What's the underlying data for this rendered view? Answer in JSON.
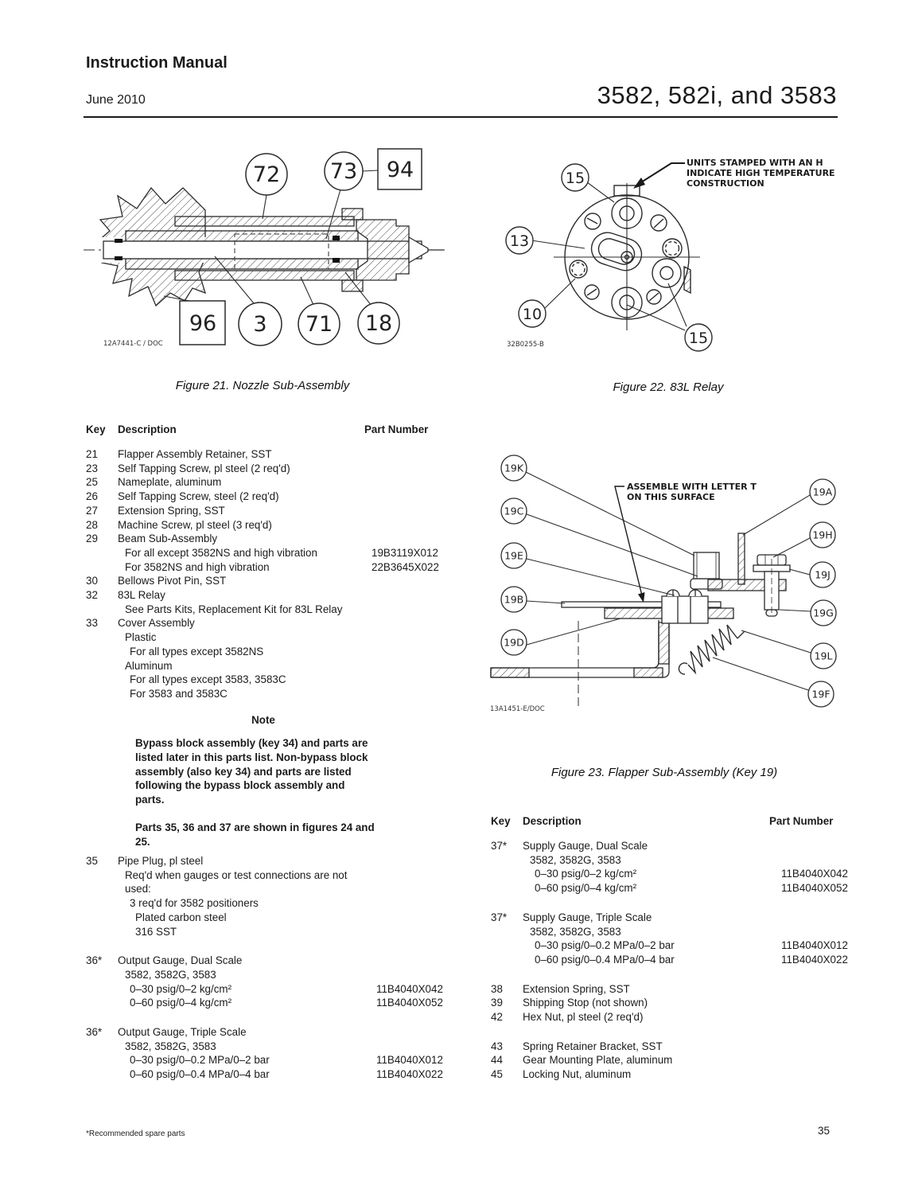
{
  "header": {
    "doc_type": "Instruction Manual",
    "date": "June 2010",
    "models": "3582, 582i, and 3583"
  },
  "figures": {
    "fig21": {
      "caption": "Figure 21. Nozzle Sub-Assembly",
      "drawing_code": "12A7441-C / DOC",
      "callouts": {
        "c72": "72",
        "c73": "73",
        "c94": "94",
        "c96": "96",
        "c3": "3",
        "c71": "71",
        "c18": "18"
      }
    },
    "fig22": {
      "caption": "Figure 22. 83L Relay",
      "drawing_code": "32B0255-B",
      "annotation_line1": "UNITS STAMPED WITH AN H",
      "annotation_line2": "INDICATE HIGH TEMPERATURE",
      "annotation_line3": "CONSTRUCTION",
      "callouts": {
        "c15a": "15",
        "c13": "13",
        "c10": "10",
        "c15b": "15"
      }
    },
    "fig23": {
      "caption": "Figure 23. Flapper Sub-Assembly (Key 19)",
      "drawing_code": "13A1451-E/DOC",
      "annotation_line1": "ASSEMBLE WITH LETTER T",
      "annotation_line2": "ON THIS SURFACE",
      "callouts": {
        "k": "19K",
        "c": "19C",
        "e": "19E",
        "b": "19B",
        "d": "19D",
        "a": "19A",
        "h": "19H",
        "j": "19J",
        "g": "19G",
        "l": "19L",
        "f": "19F"
      }
    }
  },
  "parts_left": {
    "headers": {
      "key": "Key",
      "description": "Description",
      "part_number": "Part Number"
    },
    "rows": [
      {
        "k": "21",
        "d": "Flapper Assembly Retainer, SST",
        "p": ""
      },
      {
        "k": "23",
        "d": "Self Tapping Screw, pl steel (2 req'd)",
        "p": ""
      },
      {
        "k": "25",
        "d": "Nameplate, aluminum",
        "p": ""
      },
      {
        "k": "26",
        "d": "Self Tapping Screw, steel (2 req'd)",
        "p": ""
      },
      {
        "k": "27",
        "d": "Extension Spring, SST",
        "p": ""
      },
      {
        "k": "28",
        "d": "Machine Screw, pl steel (3 req'd)",
        "p": ""
      },
      {
        "k": "29",
        "d": "Beam Sub-Assembly",
        "p": ""
      },
      {
        "k": "",
        "d": "For all except 3582NS and high vibration",
        "p": "19B3119X012"
      },
      {
        "k": "",
        "d": "For 3582NS and high vibration",
        "p": "22B3645X022"
      },
      {
        "k": "30",
        "d": "Bellows Pivot Pin, SST",
        "p": ""
      },
      {
        "k": "32",
        "d": "83L Relay",
        "p": ""
      },
      {
        "k": "",
        "d": "See Parts Kits, Replacement Kit for 83L Relay",
        "p": ""
      },
      {
        "k": "33",
        "d": "Cover Assembly",
        "p": ""
      },
      {
        "k": "",
        "d": "Plastic",
        "p": ""
      },
      {
        "k": "",
        "d": "For all types except 3582NS",
        "p": ""
      },
      {
        "k": "",
        "d": "Aluminum",
        "p": ""
      },
      {
        "k": "",
        "d": "For all types except 3583, 3583C",
        "p": ""
      },
      {
        "k": "",
        "d": "For 3583 and 3583C",
        "p": ""
      }
    ],
    "rows2": [
      {
        "k": "35",
        "d": "Pipe Plug, pl steel",
        "p": ""
      },
      {
        "k": "",
        "d": "Req'd when gauges or test connections are not used:",
        "p": ""
      },
      {
        "k": "",
        "d": "3 req'd for 3582 positioners",
        "p": ""
      },
      {
        "k": "",
        "d": "Plated carbon steel",
        "p": ""
      },
      {
        "k": "",
        "d": "316 SST",
        "p": ""
      },
      {
        "k": "36*",
        "d": "Output Gauge, Dual Scale",
        "p": ""
      },
      {
        "k": "",
        "d": "3582, 3582G, 3583",
        "p": ""
      },
      {
        "k": "",
        "d": "0–30 psig/0–2 kg/cm²",
        "p": "11B4040X042"
      },
      {
        "k": "",
        "d": "0–60 psig/0–4 kg/cm²",
        "p": "11B4040X052"
      },
      {
        "k": "36*",
        "d": "Output Gauge, Triple Scale",
        "p": ""
      },
      {
        "k": "",
        "d": "3582, 3582G, 3583",
        "p": ""
      },
      {
        "k": "",
        "d": "0–30 psig/0–0.2 MPa/0–2 bar",
        "p": "11B4040X012"
      },
      {
        "k": "",
        "d": "0–60 psig/0–0.4 MPa/0–4 bar",
        "p": "11B4040X022"
      }
    ]
  },
  "note": {
    "title": "Note",
    "para1": "Bypass block assembly (key 34) and parts are listed later in this parts list. Non-bypass block assembly (also key 34) and parts are listed following the bypass block assembly and parts.",
    "para2": "Parts 35, 36 and 37 are shown in figures 24 and 25."
  },
  "parts_right": {
    "headers": {
      "key": "Key",
      "description": "Description",
      "part_number": "Part Number"
    },
    "rows": [
      {
        "k": "37*",
        "d": "Supply Gauge, Dual Scale",
        "p": ""
      },
      {
        "k": "",
        "d": "3582, 3582G, 3583",
        "p": ""
      },
      {
        "k": "",
        "d": "0–30 psig/0–2 kg/cm²",
        "p": "11B4040X042"
      },
      {
        "k": "",
        "d": "0–60 psig/0–4 kg/cm²",
        "p": "11B4040X052"
      },
      {
        "k": "37*",
        "d": "Supply Gauge, Triple Scale",
        "p": ""
      },
      {
        "k": "",
        "d": "3582, 3582G, 3583",
        "p": ""
      },
      {
        "k": "",
        "d": "0–30 psig/0–0.2 MPa/0–2 bar",
        "p": "11B4040X012"
      },
      {
        "k": "",
        "d": "0–60 psig/0–0.4 MPa/0–4 bar",
        "p": "11B4040X022"
      },
      {
        "k": "38",
        "d": "Extension Spring, SST",
        "p": ""
      },
      {
        "k": "39",
        "d": "Shipping Stop (not shown)",
        "p": ""
      },
      {
        "k": "42",
        "d": "Hex Nut, pl steel (2 req'd)",
        "p": ""
      },
      {
        "k": "43",
        "d": "Spring Retainer Bracket, SST",
        "p": ""
      },
      {
        "k": "44",
        "d": "Gear Mounting Plate, aluminum",
        "p": ""
      },
      {
        "k": "45",
        "d": "Locking Nut, aluminum",
        "p": ""
      }
    ]
  },
  "footer": {
    "note": "*Recommended spare parts",
    "page": "35"
  }
}
